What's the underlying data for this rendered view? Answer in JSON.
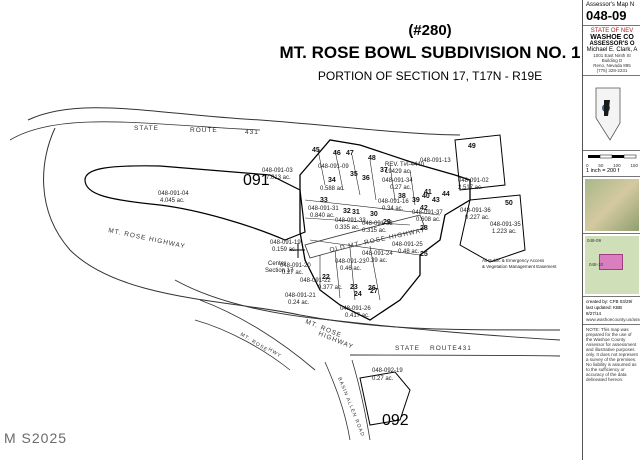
{
  "title": {
    "line1": "(#280)",
    "line2": "MT. ROSE BOWL SUBDIVISION NO. 1",
    "line3": "PORTION OF SECTION 17, T17N - R19E"
  },
  "sidebar": {
    "header": "Assessor's Map N",
    "map_no": "048-09",
    "state_line": "STATE OF NEV",
    "county": "WASHOE CO",
    "office": "ASSESSOR'S O",
    "assessor": "Michael E. Clark, A",
    "address": [
      "1001 East Ninth St",
      "Building D",
      "Reno, Nevada 895",
      "(775) 328-2231"
    ],
    "scale_ticks": [
      "0",
      "50",
      "100",
      "150"
    ],
    "scale_text": "1 inch = 200 f",
    "created_by": "created by:",
    "created_val": "CFB 03/29/",
    "last_updated": "last updated:",
    "updated_val": "KBB 8/27/14",
    "website": "www.washoecounty.us/assessor",
    "note": "NOTE: This map was prepared for the use of the Washoe County Assessor for assessment and illustrative purposes only. It does not represent a survey of the premises. No liability is assumed as to the sufficiency or accuracy of the data delineated hereon.",
    "inset_labels": [
      "048-09",
      "048-10"
    ]
  },
  "watermark": "M S2025",
  "map": {
    "book_labels": [
      "091",
      "092"
    ],
    "roads": [
      {
        "name": "STATE",
        "id": "sr-top-1"
      },
      {
        "name": "ROUTE",
        "id": "sr-top-2"
      },
      {
        "name": "431",
        "id": "sr-top-3"
      },
      {
        "name": "MT. ROSE HIGHWAY",
        "id": "mtrose-hwy"
      },
      {
        "name": "OLD MT. ROSE HIGHWAY",
        "id": "old-mtrose"
      },
      {
        "name": "MT. ROSE",
        "id": "mtrose-lower"
      },
      {
        "name": "HIGHWAY",
        "id": "hwy-lower"
      },
      {
        "name": "STATE",
        "id": "sr-bot-1"
      },
      {
        "name": "ROUTE",
        "id": "sr-bot-2"
      },
      {
        "name": "431",
        "id": "sr-bot-3"
      },
      {
        "name": "BASIN ALLEN ROAD",
        "id": "basin-rd"
      },
      {
        "name": "MT. ROSE",
        "id": "mtrose-left"
      },
      {
        "name": "HWY",
        "id": "hwy-left"
      }
    ],
    "parcels": [
      {
        "no": "048-091-03",
        "ac": "7.013 ac."
      },
      {
        "no": "048-091-04",
        "ac": "4.045 ac."
      },
      {
        "no": "048-091-09",
        "ac": "0.588 ac."
      },
      {
        "no": "048-091-13",
        "ac": ""
      },
      {
        "no": "048-091-02",
        "ac": "2.517 ac."
      },
      {
        "no": "048-091-34",
        "ac": "0.27 ac."
      },
      {
        "no": "048-091-36",
        "ac": "0.227 ac."
      },
      {
        "no": "048-091-16",
        "ac": "0.34 ac."
      },
      {
        "no": "048-091-37",
        "ac": "0.608 ac."
      },
      {
        "no": "048-091-35",
        "ac": "1.223 ac."
      },
      {
        "no": "048-091-31",
        "ac": "0.840 ac."
      },
      {
        "no": "048-091-33",
        "ac": "0.335 ac."
      },
      {
        "no": "048-091-32",
        "ac": "0.315 ac."
      },
      {
        "no": "048-091-19",
        "ac": "0.159 ac."
      },
      {
        "no": "048-091-25",
        "ac": "0.48 ac."
      },
      {
        "no": "048-091-24",
        "ac": "0.39 ac."
      },
      {
        "no": "048-091-23",
        "ac": "0.46 ac."
      },
      {
        "no": "048-091-20",
        "ac": "0.27 ac."
      },
      {
        "no": "048-091-22",
        "ac": "0.377 ac."
      },
      {
        "no": "048-091-21",
        "ac": "0.24 ac."
      },
      {
        "no": "048-091-26",
        "ac": "0.417 ac."
      },
      {
        "no": "048-092-19",
        "ac": "0.27 ac."
      }
    ],
    "lot_numbers": [
      "45",
      "46",
      "47",
      "48",
      "49",
      "34",
      "35",
      "36",
      "37",
      "38",
      "39",
      "40",
      "41",
      "42",
      "43",
      "44",
      "50",
      "33",
      "32",
      "31",
      "30",
      "29",
      "28",
      "27",
      "26",
      "25",
      "24",
      "23",
      "22"
    ],
    "rev_note": [
      "REV. T#I-4440",
      "19429 ac."
    ],
    "center_label": [
      "Center",
      "Section 17"
    ],
    "easement_note": [
      "All Public & Emergency Access",
      "& Vegetation Management Easement"
    ]
  }
}
